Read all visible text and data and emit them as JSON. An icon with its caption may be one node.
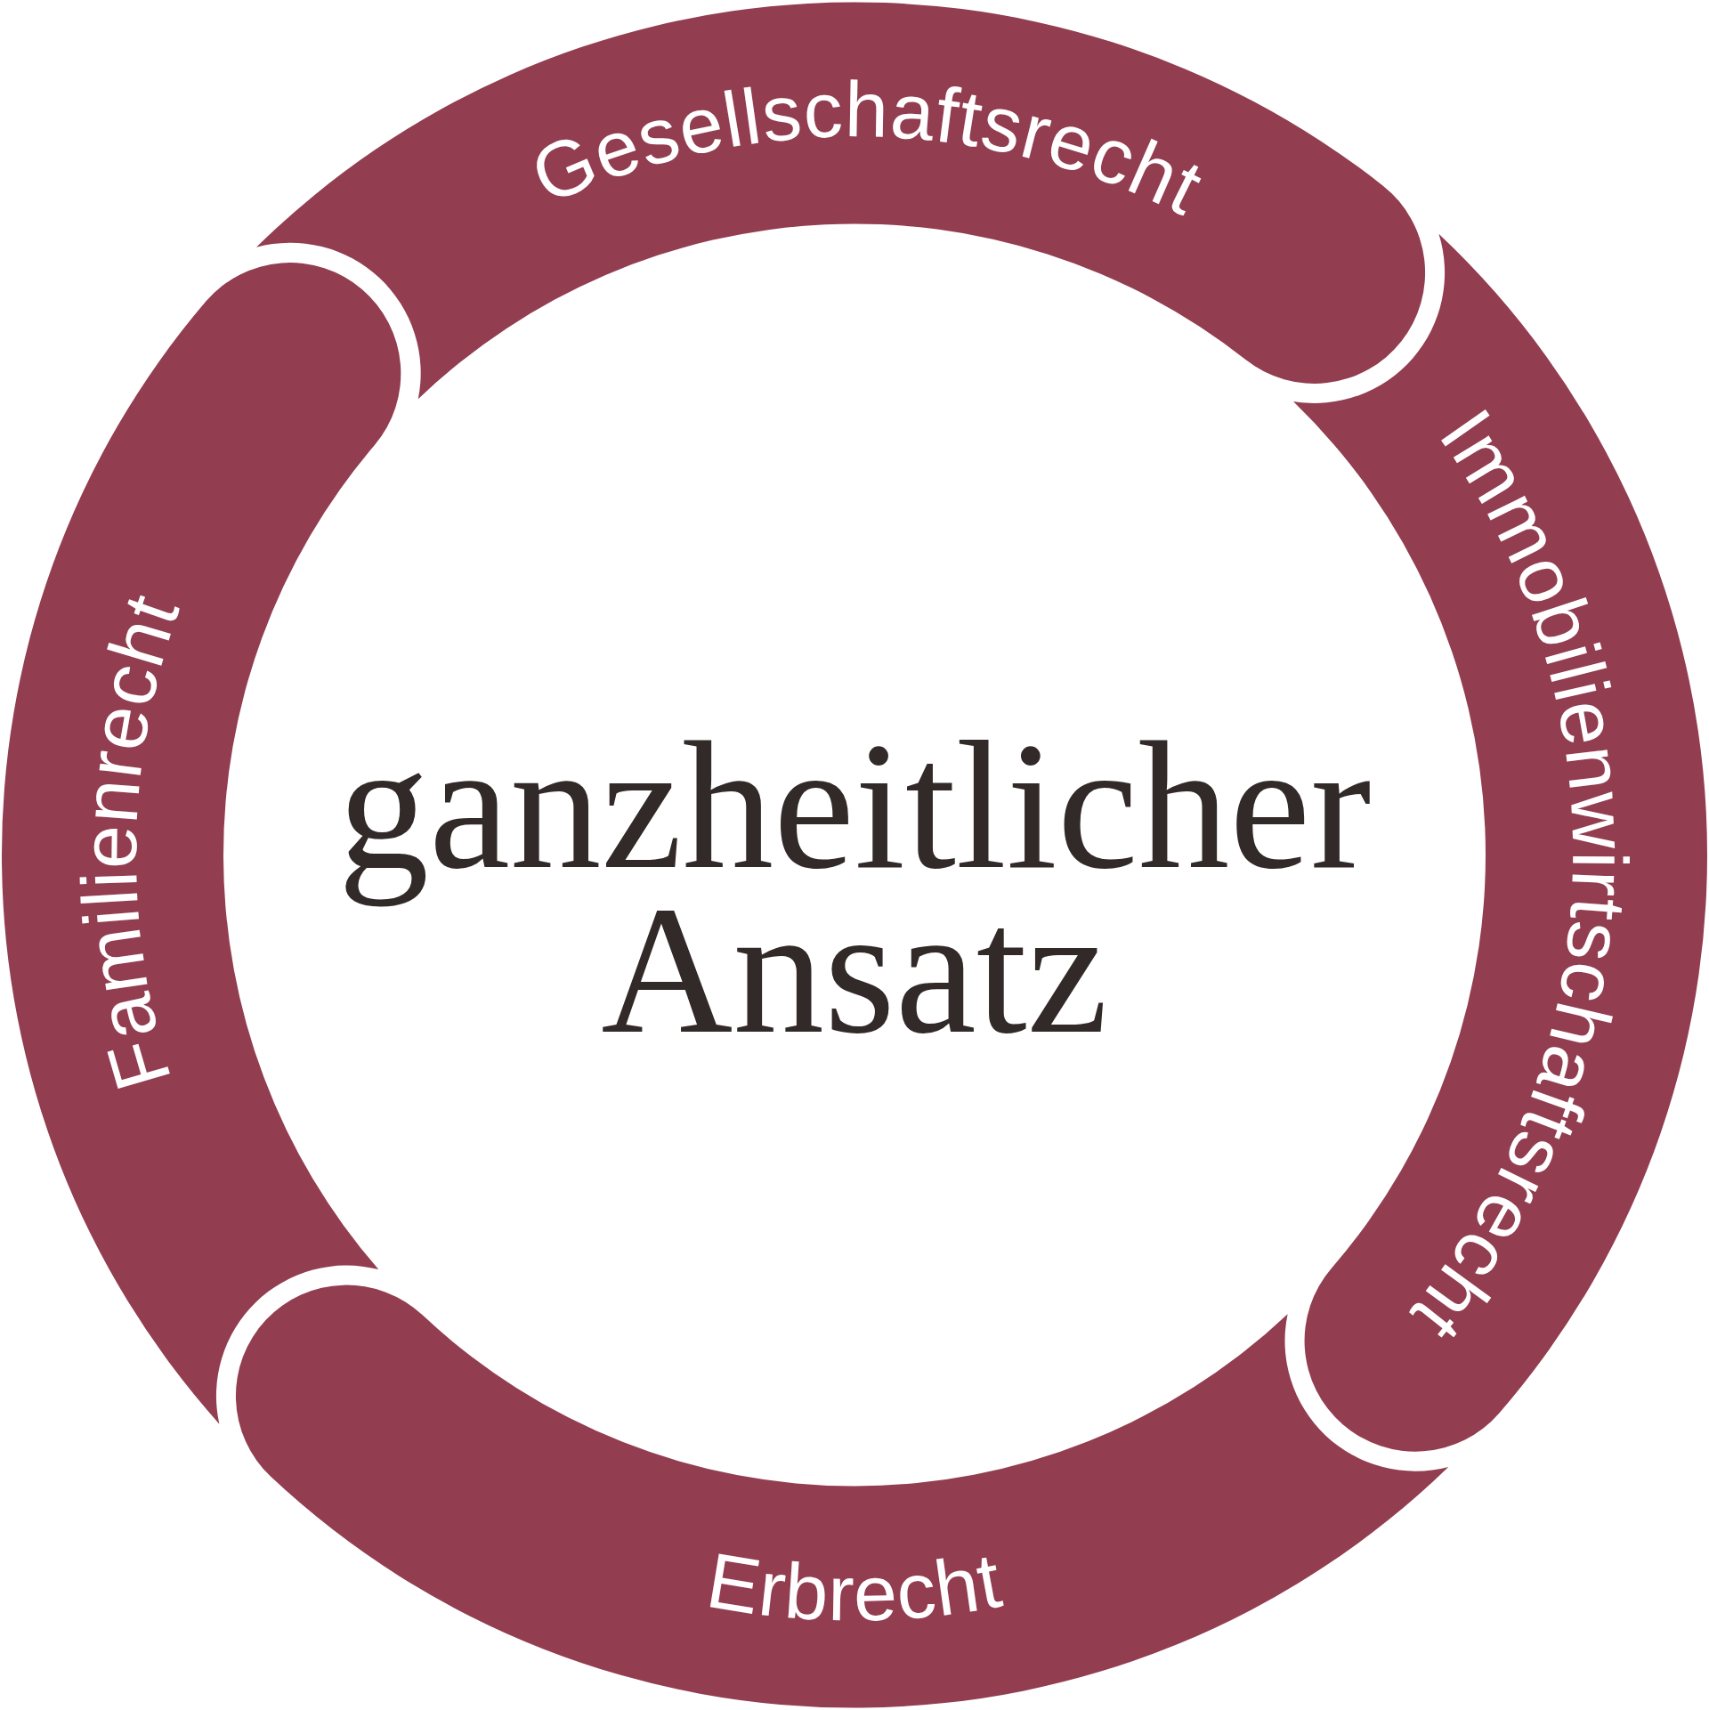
{
  "diagram": {
    "nodes": [
      {
        "text": [
          "Gesellschaftsrecht"
        ]
      },
      {
        "text": [
          "Immobilienwirtschaftsrecht"
        ]
      },
      {
        "text": [
          "Erbrecht"
        ]
      },
      {
        "text": [
          "Familienrecht"
        ]
      }
    ],
    "labels": [
      "ganzheitlicher Ansatz"
    ]
  }
}
